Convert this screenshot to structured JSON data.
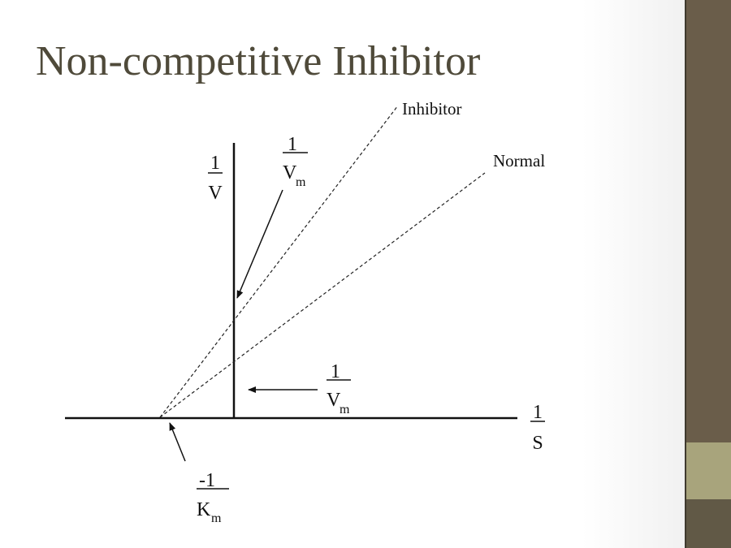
{
  "slide": {
    "title": "Non-competitive Inhibitor"
  },
  "diagram": {
    "y_axis_label": {
      "numerator": "1",
      "denominator": "V"
    },
    "x_axis_label": {
      "numerator": "1",
      "denominator": "S"
    },
    "line_labels": {
      "inhibitor": "Inhibitor",
      "normal": "Normal"
    },
    "inhibitor_intercept_label": {
      "numerator": "1",
      "denominator": "V",
      "subscript": "m"
    },
    "normal_intercept_label": {
      "numerator": "1",
      "denominator": "V",
      "subscript": "m"
    },
    "x_intercept_label": {
      "numerator": "-1",
      "denominator": "K",
      "subscript": "m"
    }
  },
  "colors": {
    "sidebar": "#6a5d4a",
    "accent_band": "#a8a47c",
    "title": "#4f4a3a"
  }
}
